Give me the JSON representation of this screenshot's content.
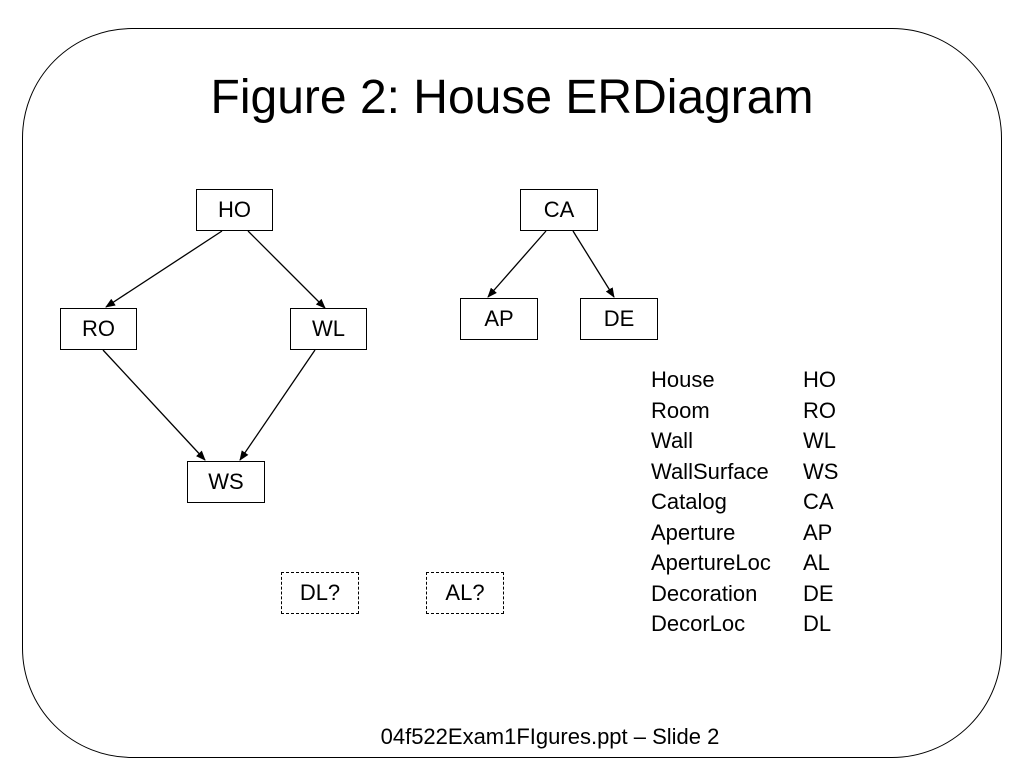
{
  "title": "Figure 2: House ERDiagram",
  "nodes": {
    "ho": "HO",
    "ro": "RO",
    "wl": "WL",
    "ws": "WS",
    "ca": "CA",
    "ap": "AP",
    "de": "DE",
    "dl": "DL?",
    "al": "AL?"
  },
  "legend": [
    {
      "name": "House",
      "abbr": "HO"
    },
    {
      "name": "Room",
      "abbr": "RO"
    },
    {
      "name": "Wall",
      "abbr": "WL"
    },
    {
      "name": "WallSurface",
      "abbr": "WS"
    },
    {
      "name": "Catalog",
      "abbr": "CA"
    },
    {
      "name": "Aperture",
      "abbr": "AP"
    },
    {
      "name": "ApertureLoc",
      "abbr": "AL"
    },
    {
      "name": "Decoration",
      "abbr": "DE"
    },
    {
      "name": "DecorLoc",
      "abbr": "DL"
    }
  ],
  "footer": "04f522Exam1FIgures.ppt – Slide 2"
}
